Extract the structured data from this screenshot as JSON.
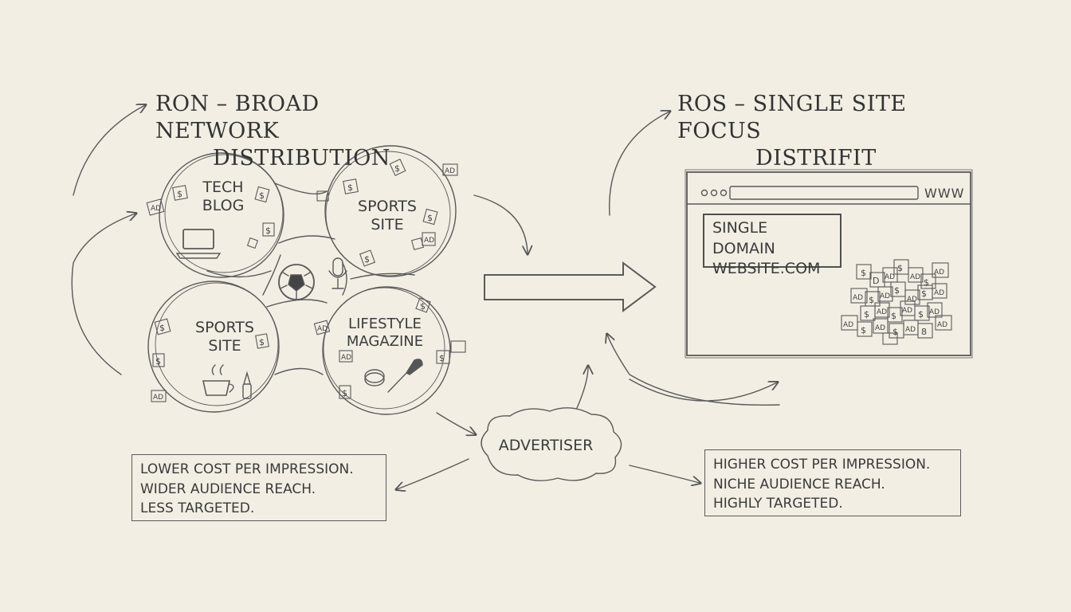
{
  "ron": {
    "title_line1": "RON – BROAD NETWORK",
    "title_line2": "DISTRIBUTION",
    "sites": [
      "TECH\nBLOG",
      "SPORTS\nSITE",
      "SPORTS\nSITE",
      "LIFESTYLE\nMAGAZINE"
    ],
    "notes": [
      "LOWER COST PER IMPRESSION.",
      "WIDER AUDIENCE REACH.",
      "LESS TARGETED."
    ]
  },
  "ros": {
    "title_line1": "ROS – SINGLE SITE FOCUS",
    "title_line2": "DISTRIFIT",
    "browser_url": "WWW",
    "domain_line1": "SINGLE DOMAIN",
    "domain_line2": "WEBSITE.COM",
    "notes": [
      "HIGHER COST PER IMPRESSION.",
      "NICHE AUDIENCE REACH.",
      "HIGHLY TARGETED."
    ]
  },
  "advertiser": "ADVERTISER",
  "ad_tokens": [
    "$",
    "AD"
  ],
  "colors": {
    "paper": "#f3eee3",
    "ink": "#4a4a4a"
  }
}
